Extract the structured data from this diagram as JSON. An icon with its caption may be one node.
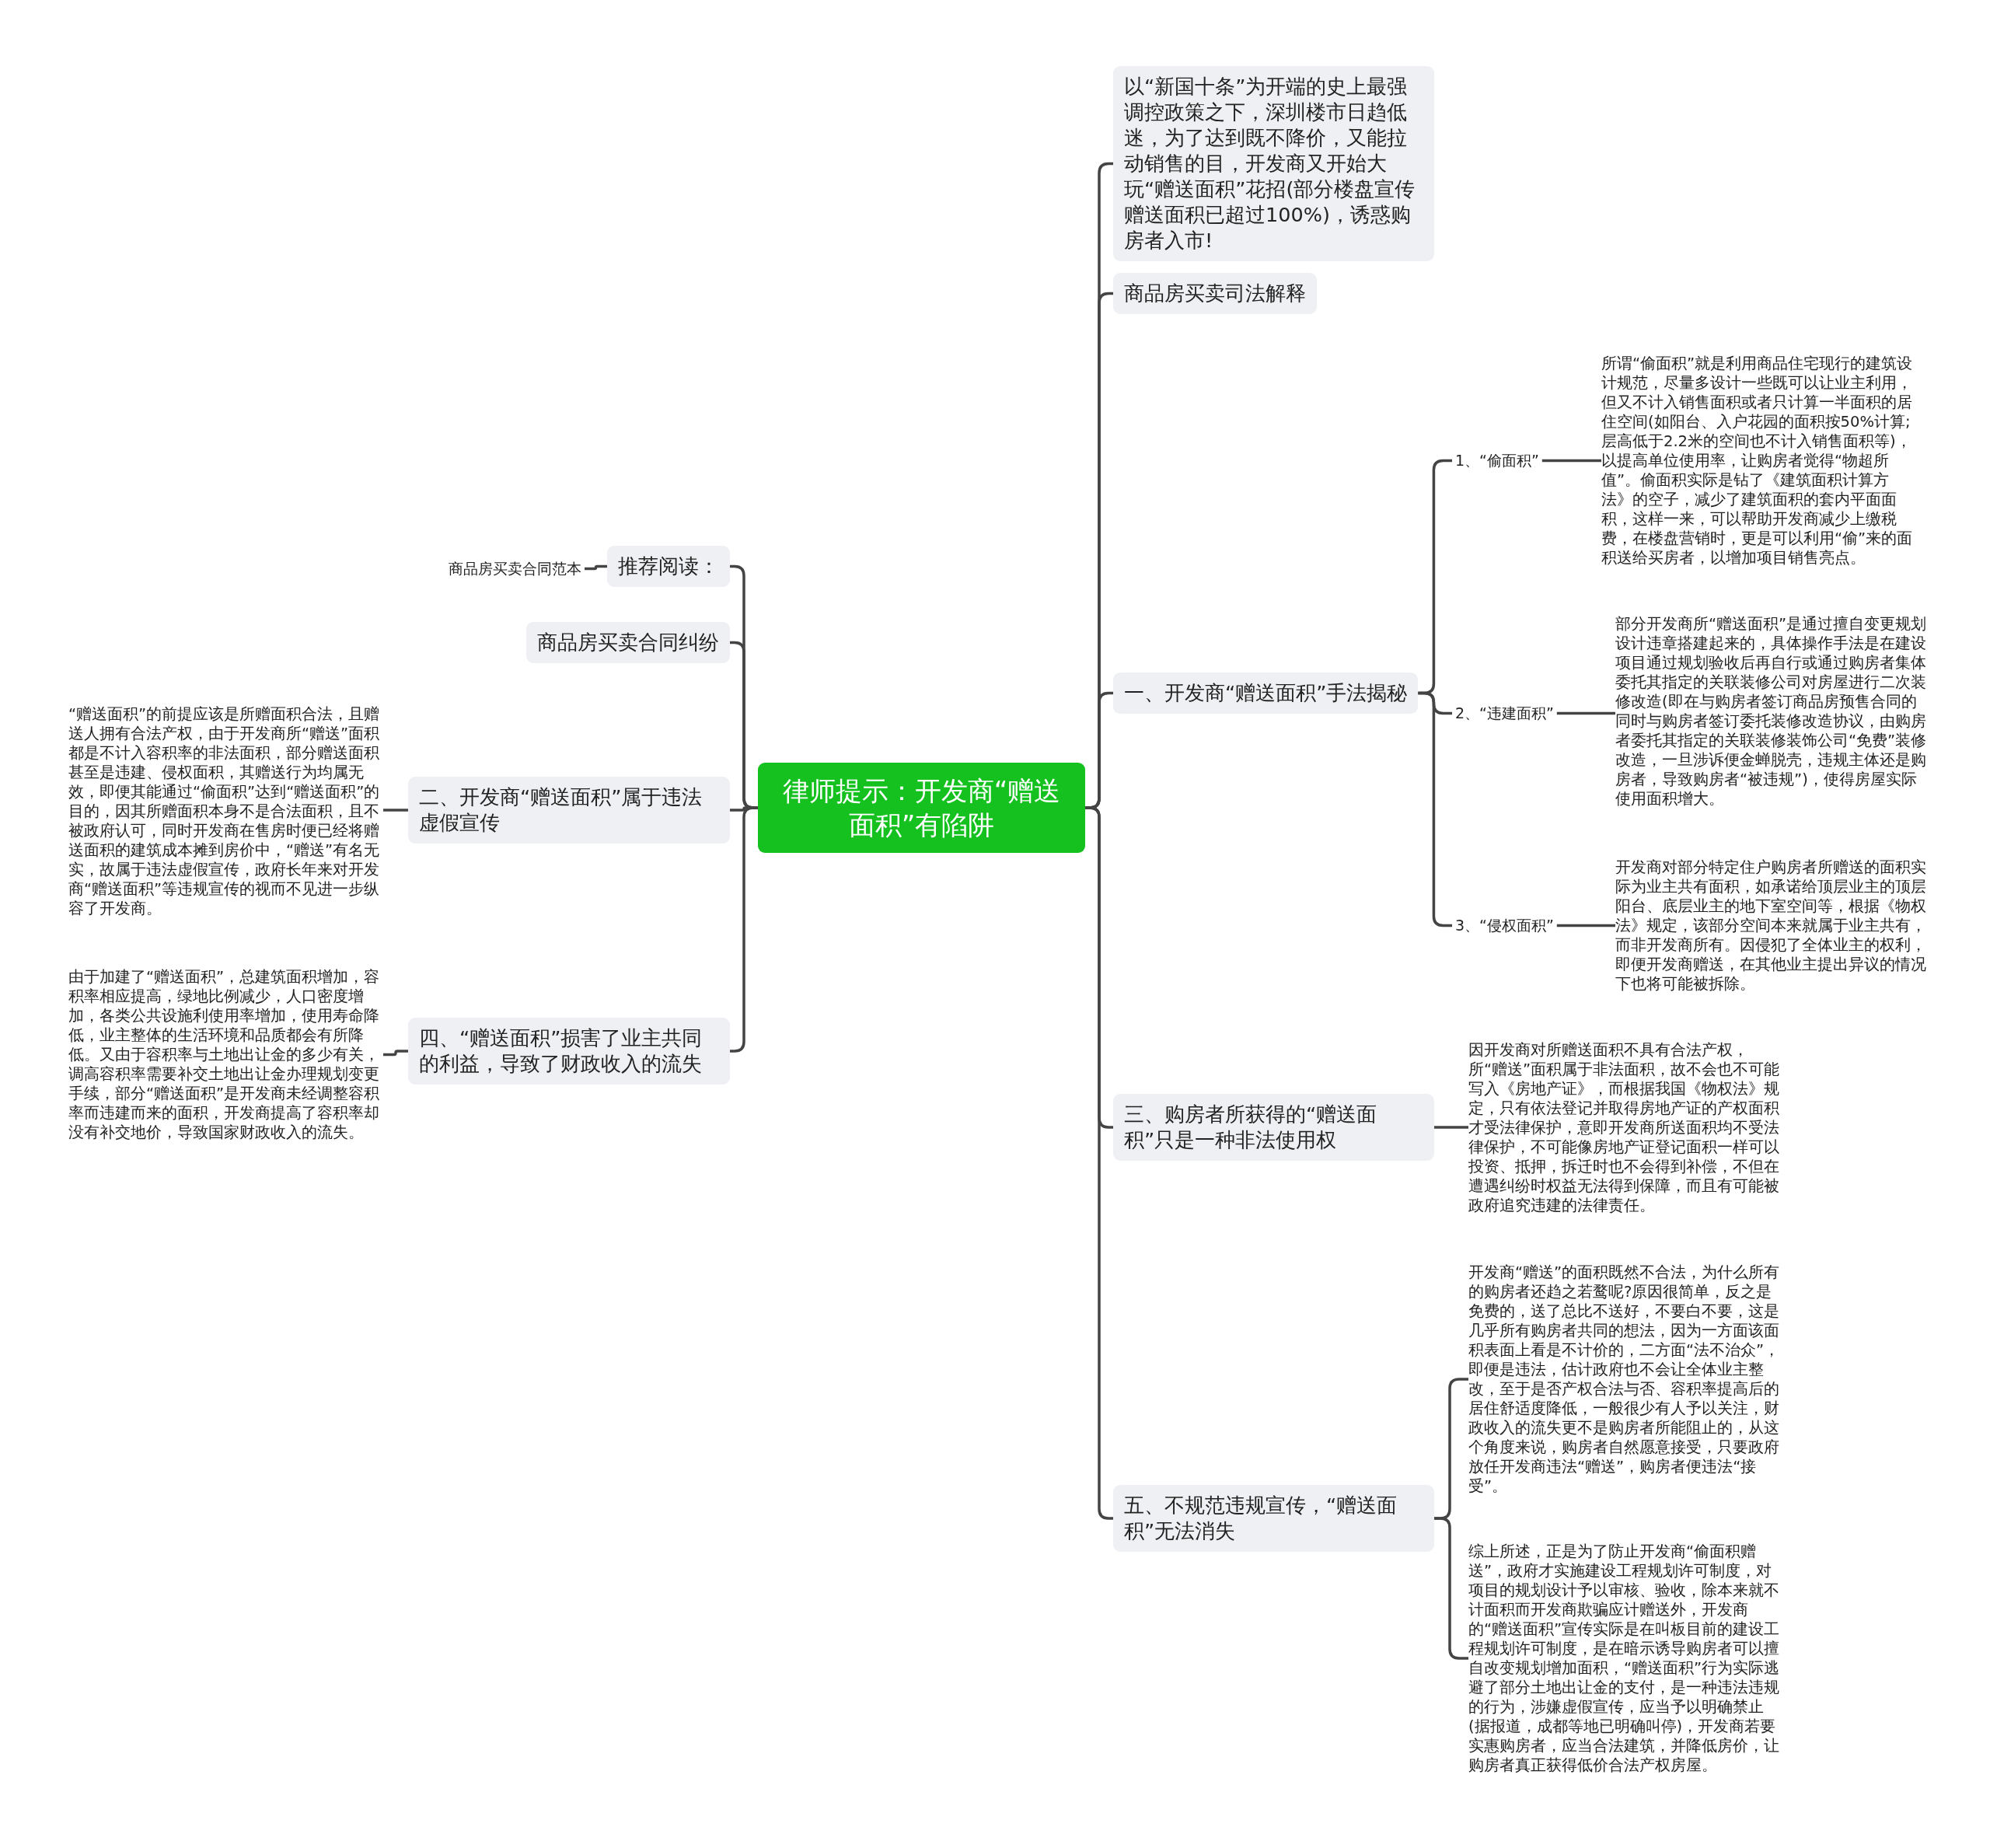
{
  "diagram": {
    "nodes": [
      {
        "text": [
          "律师提示：开发商“赠送面积”有陷阱"
        ]
      },
      {
        "text": [
          "以“新国十条”为开端的史上最强调控政策之下，深圳楼市日趋低迷，为了达到既不降价，又能拉动销售的目，开发商又开始大玩“赠送面积”花招(部分楼盘宣传赠送面积已超过100%)，诱惑购房者入市!"
        ]
      },
      {
        "text": [
          "商品房买卖司法解释"
        ]
      },
      {
        "text": [
          "一、开发商“赠送面积”手法揭秘"
        ]
      },
      {
        "text": [
          "1、“偷面积”"
        ]
      },
      {
        "text": [
          "所谓“偷面积”就是利用商品住宅现行的建筑设计规范，尽量多设计一些既可以让业主利用，但又不计入销售面积或者只计算一半面积的居住空间(如阳台、入户花园的面积按50%计算;层高低于2.2米的空间也不计入销售面积等)，以提高单位使用率，让购房者觉得“物超所值”。偷面积实际是钻了《建筑面积计算方法》的空子，减少了建筑面积的套内平面面积，这样一来，可以帮助开发商减少上缴税费，在楼盘营销时，更是可以利用“偷”来的面积送给买房者，以增加项目销售亮点。"
        ]
      },
      {
        "text": [
          "2、“违建面积”"
        ]
      },
      {
        "text": [
          "部分开发商所“赠送面积”是通过擅自变更规划设计违章搭建起来的，具体操作手法是在建设项目通过规划验收后再自行或通过购房者集体委托其指定的关联装修公司对房屋进行二次装修改造(即在与购房者签订商品房预售合同的同时与购房者签订委托装修改造协议，由购房者委托其指定的关联装修装饰公司“免费”装修改造，一旦涉诉便金蝉脱壳，违规主体还是购房者，导致购房者“被违规”)，使得房屋实际使用面积增大。"
        ]
      },
      {
        "text": [
          "3、“侵权面积”"
        ]
      },
      {
        "text": [
          "开发商对部分特定住户购房者所赠送的面积实际为业主共有面积，如承诺给顶层业主的顶层阳台、底层业主的地下室空间等，根据《物权法》规定，该部分空间本来就属于业主共有，而非开发商所有。因侵犯了全体业主的权利，即便开发商赠送，在其他业主提出异议的情况下也将可能被拆除。"
        ]
      },
      {
        "text": [
          "三、购房者所获得的“赠送面积”只是一种非法使用权"
        ]
      },
      {
        "text": [
          "因开发商对所赠送面积不具有合法产权，所“赠送”面积属于非法面积，故不会也不可能写入《房地产证》，而根据我国《物权法》规定，只有依法登记并取得房地产证的产权面积才受法律保护，意即开发商所送面积均不受法律保护，不可能像房地产证登记面积一样可以投资、抵押，拆迁时也不会得到补偿，不但在遭遇纠纷时权益无法得到保障，而且有可能被政府追究违建的法律责任。"
        ]
      },
      {
        "text": [
          "五、不规范违规宣传，“赠送面积”无法消失"
        ]
      },
      {
        "text": [
          "开发商“赠送”的面积既然不合法，为什么所有的购房者还趋之若鹜呢?原因很简单，反之是免费的，送了总比不送好，不要白不要，这是几乎所有购房者共同的想法，因为一方面该面积表面上看是不计价的，二方面“法不治众”，即便是违法，估计政府也不会让全体业主整改，至于是否产权合法与否、容积率提高后的居住舒适度降低，一般很少有人予以关注，财政收入的流失更不是购房者所能阻止的，从这个角度来说，购房者自然愿意接受，只要政府放任开发商违法“赠送”，购房者便违法“接受”。"
        ]
      },
      {
        "text": [
          "综上所述，正是为了防止开发商“偷面积赠送”，政府才实施建设工程规划许可制度，对项目的规划设计予以审核、验收，除本来就不计面积而开发商欺骗应计赠送外，开发商的“赠送面积”宣传实际是在叫板目前的建设工程规划许可制度，是在暗示诱导购房者可以擅自改变规划增加面积，“赠送面积”行为实际逃避了部分土地出让金的支付，是一种违法违规的行为，涉嫌虚假宣传，应当予以明确禁止(据报道，成都等地已明确叫停)，开发商若要实惠购房者，应当合法建筑，并降低房价，让购房者真正获得低价合法产权房屋。"
        ]
      },
      {
        "text": [
          "推荐阅读："
        ]
      },
      {
        "text": [
          "商品房买卖合同范本"
        ]
      },
      {
        "text": [
          "商品房买卖合同纠纷"
        ]
      },
      {
        "text": [
          "二、开发商“赠送面积”属于违法虚假宣传"
        ]
      },
      {
        "text": [
          "“赠送面积”的前提应该是所赠面积合法，且赠送人拥有合法产权，由于开发商所“赠送”面积都是不计入容积率的非法面积，部分赠送面积甚至是违建、侵权面积，其赠送行为均属无效，即便其能通过“偷面积”达到“赠送面积”的目的，因其所赠面积本身不是合法面积，且不被政府认可，同时开发商在售房时便已经将赠送面积的建筑成本摊到房价中，“赠送”有名无实，故属于违法虚假宣传，政府长年来对开发商“赠送面积”等违规宣传的视而不见进一步纵容了开发商。"
        ]
      },
      {
        "text": [
          "四、“赠送面积”损害了业主共同的利益，导致了财政收入的流失"
        ]
      },
      {
        "text": [
          "由于加建了“赠送面积”，总建筑面积增加，容积率相应提高，绿地比例减少，人口密度增加，各类公共设施利使用率增加，使用寿命降低，业主整体的生活环境和品质都会有所降低。又由于容积率与土地出让金的多少有关，调高容积率需要补交土地出让金办理规划变更手续，部分“赠送面积”是开发商未经调整容积率而违建而来的面积，开发商提高了容积率却没有补交地价，导致国家财政收入的流失。"
        ]
      }
    ],
    "edges": [
      {
        "from": 0,
        "to": 1,
        "arrow": "none"
      },
      {
        "from": 0,
        "to": 2,
        "arrow": "none"
      },
      {
        "from": 0,
        "to": 3,
        "arrow": "none"
      },
      {
        "from": 3,
        "to": 4,
        "arrow": "none"
      },
      {
        "from": 4,
        "to": 5,
        "arrow": "none"
      },
      {
        "from": 3,
        "to": 6,
        "arrow": "none"
      },
      {
        "from": 6,
        "to": 7,
        "arrow": "none"
      },
      {
        "from": 3,
        "to": 8,
        "arrow": "none"
      },
      {
        "from": 8,
        "to": 9,
        "arrow": "none"
      },
      {
        "from": 0,
        "to": 10,
        "arrow": "none"
      },
      {
        "from": 10,
        "to": 11,
        "arrow": "none"
      },
      {
        "from": 0,
        "to": 12,
        "arrow": "none"
      },
      {
        "from": 12,
        "to": 13,
        "arrow": "none"
      },
      {
        "from": 12,
        "to": 14,
        "arrow": "none"
      },
      {
        "from": 0,
        "to": 15,
        "arrow": "none"
      },
      {
        "from": 15,
        "to": 16,
        "arrow": "none"
      },
      {
        "from": 0,
        "to": 17,
        "arrow": "none"
      },
      {
        "from": 0,
        "to": 18,
        "arrow": "none"
      },
      {
        "from": 18,
        "to": 19,
        "arrow": "none"
      },
      {
        "from": 0,
        "to": 20,
        "arrow": "none"
      },
      {
        "from": 20,
        "to": 21,
        "arrow": "none"
      }
    ]
  }
}
